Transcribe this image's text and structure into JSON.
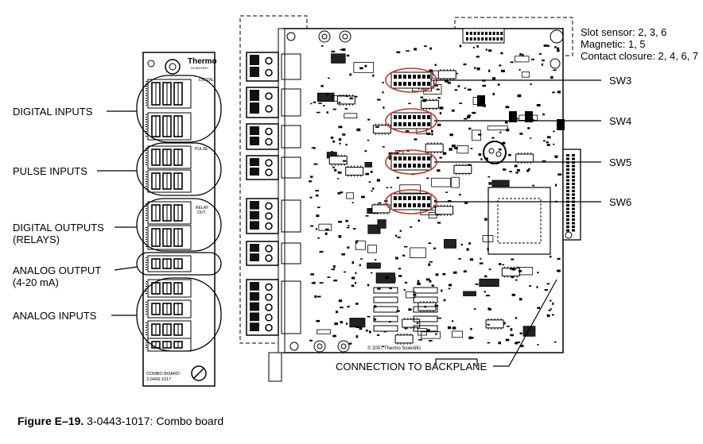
{
  "left_labels": {
    "digital_inputs": "DIGITAL INPUTS",
    "pulse_inputs": "PULSE INPUTS",
    "digital_outputs": "DIGITAL OUTPUTS",
    "relays": "(RELAYS)",
    "analog_output": "ANALOG OUTPUT",
    "analog_output_range": "(4-20 mA)",
    "analog_inputs": "ANALOG INPUTS"
  },
  "faceplate": {
    "logo_line1": "Thermo",
    "logo_line2": "SCIENTIFIC",
    "section_digital": "DIGITAL",
    "section_pulse": "PULSE",
    "section_relay": "RELAY",
    "section_relay_sub": "OUT",
    "footer_line1": "COMBO BOARD",
    "footer_line2": "3-0443-1017"
  },
  "right_labels": {
    "sw3": "SW3",
    "sw4": "SW4",
    "sw5": "SW5",
    "sw6": "SW6",
    "slot_sensor": "Slot sensor: 2, 3, 6",
    "magnetic": "Magnetic: 1, 5",
    "contact_closure": "Contact closure: 2, 4, 6, 7",
    "backplane": "CONNECTION TO BACKPLANE"
  },
  "board_text": {
    "copyright": "© 2007 Thermo Scientific"
  },
  "caption": {
    "figure_number": "Figure E–19.",
    "text": " 3-0443-1017: Combo board"
  },
  "colors": {
    "switch_highlight": "#c0392b",
    "ink": "#000000"
  }
}
